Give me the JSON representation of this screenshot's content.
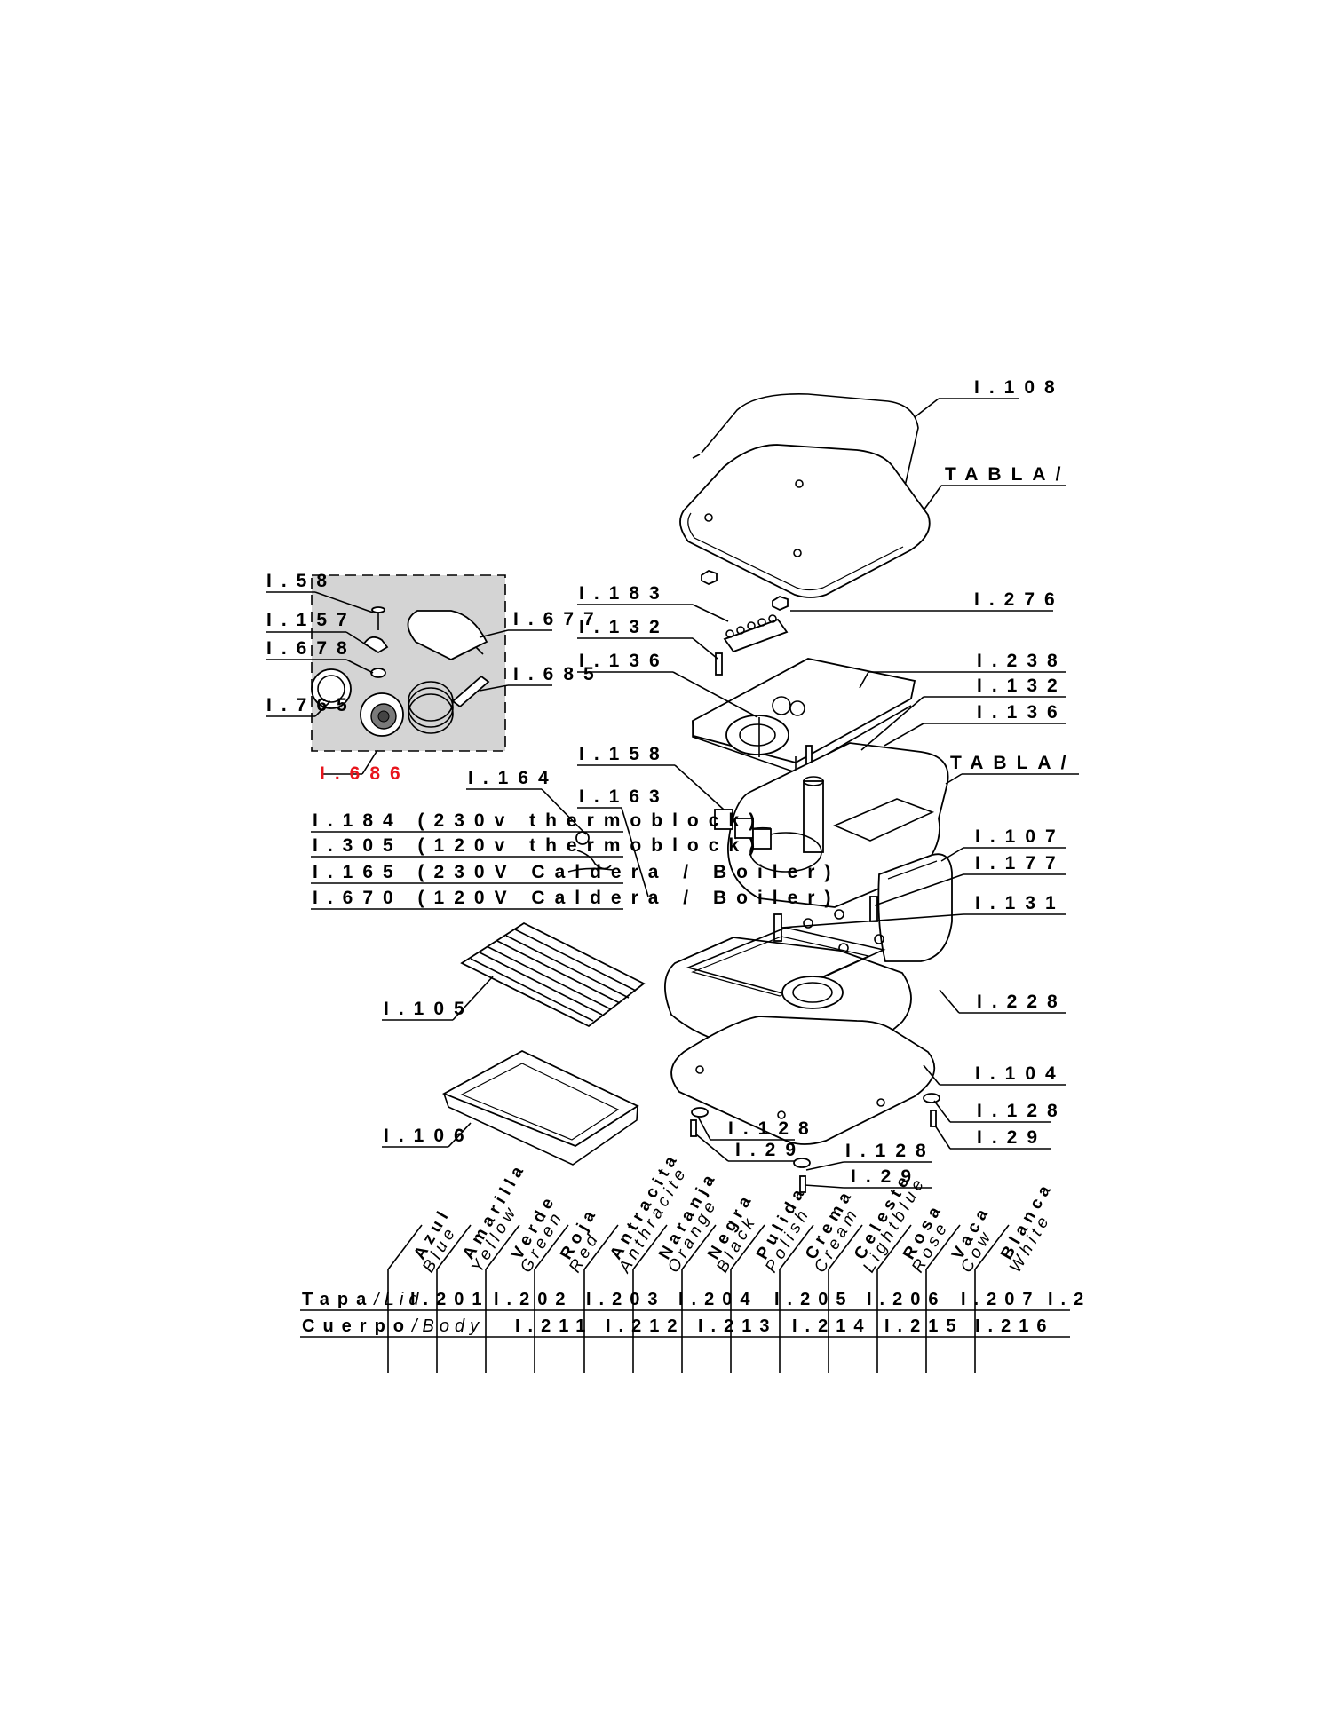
{
  "callouts": [
    {
      "id": "l108",
      "text": "I.108"
    },
    {
      "id": "tabla1",
      "text": "TABLA/"
    },
    {
      "id": "l276",
      "text": "I.276"
    },
    {
      "id": "l58",
      "text": "I.58"
    },
    {
      "id": "l157",
      "text": "I.157"
    },
    {
      "id": "l678",
      "text": "I.678"
    },
    {
      "id": "l765",
      "text": "I.765"
    },
    {
      "id": "l677",
      "text": "I.677"
    },
    {
      "id": "l685",
      "text": "I.685"
    },
    {
      "id": "l686",
      "text": "I.686"
    },
    {
      "id": "l183",
      "text": "I.183"
    },
    {
      "id": "l132a",
      "text": "I.132"
    },
    {
      "id": "l136a",
      "text": "I.136"
    },
    {
      "id": "l238",
      "text": "I.238"
    },
    {
      "id": "l132b",
      "text": "I.132"
    },
    {
      "id": "l136b",
      "text": "I.136"
    },
    {
      "id": "tabla2",
      "text": "TABLA/"
    },
    {
      "id": "l158",
      "text": "I.158"
    },
    {
      "id": "l164",
      "text": "I.164"
    },
    {
      "id": "l163",
      "text": "I.163"
    },
    {
      "id": "l184",
      "text": "I.184 (230v thermoblock)"
    },
    {
      "id": "l305",
      "text": "I.305 (120v thermoblock)"
    },
    {
      "id": "l165",
      "text": "I.165 (230V Caldera / Boiler)"
    },
    {
      "id": "l670",
      "text": "I.670 (120V Caldera / Boiler)"
    },
    {
      "id": "l107",
      "text": "I.107"
    },
    {
      "id": "l177",
      "text": "I.177"
    },
    {
      "id": "l131",
      "text": "I.131"
    },
    {
      "id": "l105",
      "text": "I.105"
    },
    {
      "id": "l228",
      "text": "I.228"
    },
    {
      "id": "l104",
      "text": "I.104"
    },
    {
      "id": "l106",
      "text": "I.106"
    },
    {
      "id": "l128a",
      "text": "I.128"
    },
    {
      "id": "l29a",
      "text": "I.29"
    },
    {
      "id": "l128b",
      "text": "I.128"
    },
    {
      "id": "l29b",
      "text": "I.29"
    },
    {
      "id": "l128c",
      "text": "I.128"
    },
    {
      "id": "l29c",
      "text": "I.29"
    }
  ],
  "table": {
    "row1_label_bold": "Tapa",
    "row1_label_italic": "/Lid",
    "row2_label_bold": "Cuerpo",
    "row2_label_italic": "/Body",
    "columns": [
      {
        "es": "Azul",
        "en": "Blue",
        "lid": "I.201",
        "body": ""
      },
      {
        "es": "Amarilla",
        "en": "Yellow",
        "lid": "",
        "body": ""
      },
      {
        "es": "Verde",
        "en": "Green",
        "lid": "I.202",
        "body": "I.211"
      },
      {
        "es": "Roja",
        "en": "Red",
        "lid": "",
        "body": ""
      },
      {
        "es": "Antracita",
        "en": "Anthracite",
        "lid": "I.203",
        "body": "I.212"
      },
      {
        "es": "Naranja",
        "en": "Orange",
        "lid": "",
        "body": ""
      },
      {
        "es": "Negra",
        "en": "Black",
        "lid": "I.204",
        "body": "I.213"
      },
      {
        "es": "Pulida",
        "en": "Polish",
        "lid": "",
        "body": ""
      },
      {
        "es": "Crema",
        "en": "Cream",
        "lid": "I.205",
        "body": "I.214"
      },
      {
        "es": "Celeste",
        "en": "Lightblue",
        "lid": "",
        "body": ""
      },
      {
        "es": "Rosa",
        "en": "Rose",
        "lid": "I.206",
        "body": "I.215"
      },
      {
        "es": "Vaca",
        "en": "Cow",
        "lid": "I.207",
        "body": "I.216"
      },
      {
        "es": "Blanca",
        "en": "White",
        "lid": "I.2",
        "body": ""
      }
    ]
  },
  "colors": {
    "line": "#000000",
    "highlight_box": "#d4d4d4",
    "red_label": "#e8141c"
  }
}
